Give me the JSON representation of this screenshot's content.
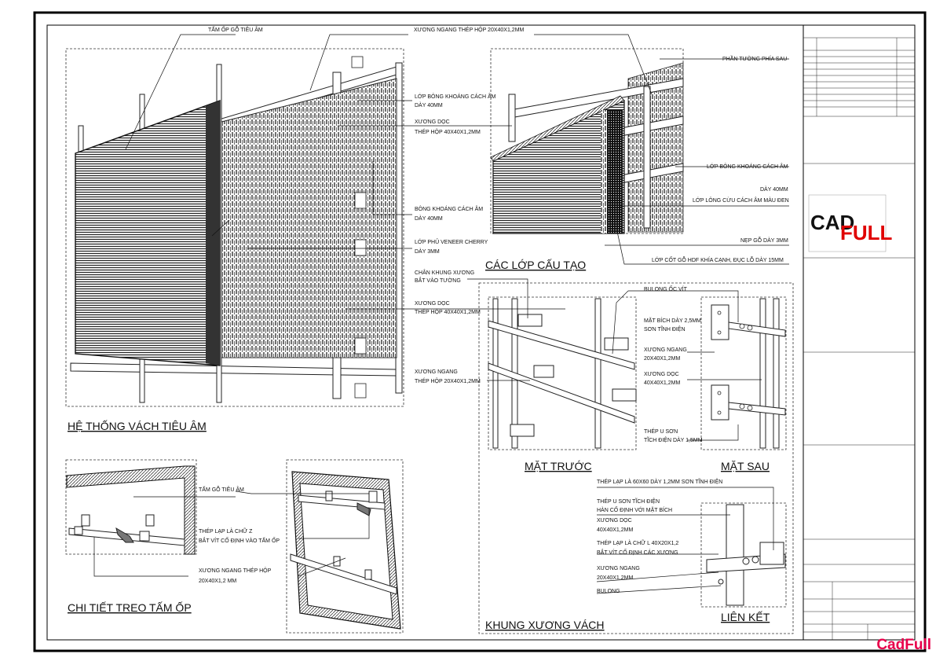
{
  "callouts": {
    "tam_op_go": "TẤM ỐP GỖ TIÊU ÂM",
    "xuong_ngang_top": "XƯƠNG NGANG THÉP HỘP 20X40X1,2MM",
    "phan_tuong": "PHẦN TƯỜNG PHÍA SAU",
    "lop_bong_1a": "LỚP BÔNG KHOÁNG CÁCH ÂM",
    "lop_bong_1b": "DÀY 40MM",
    "xuong_doc_1a": "XƯƠNG DỌC",
    "xuong_doc_1b": "THÉP HỘP 40X40X1,2MM",
    "lop_bong_2a": "LỚP BÔNG KHOÁNG CÁCH ÂM",
    "lop_bong_2b": "DÀY 40MM",
    "lop_long_cuu": "LỚP LÔNG CỪU CÁCH ÂM MÀU ĐEN",
    "bong_khoang_a": "BÔNG KHOÁNG CÁCH ÂM",
    "bong_khoang_b": "DÀY 40MM",
    "nep_go": "NẸP GỖ DÀY 3MM",
    "veneer_a": "LỚP PHỦ VENEER CHERRY",
    "veneer_b": "DÀY 3MM",
    "lop_cot": "LỚP CỐT GỖ HDF KHÍA CẠNH, ĐỤC LỖ DÀY 15MM",
    "chan_khung_a": "CHÂN KHUNG XƯƠNG",
    "chan_khung_b": "BẮT VÀO TƯỜNG",
    "xuong_doc_2a": "XƯƠNG DỌC",
    "xuong_doc_2b": "THÉP HỘP 40X40X1,2MM",
    "xuong_ngang_2a": "XƯƠNG NGANG",
    "xuong_ngang_2b": "THÉP HỘP 20X40X1,2MM",
    "bulong_oc_vit": "BULONG ỐC VÍT",
    "mat_bich_a": "MẶT BÍCH DÀY 2,5MM",
    "mat_bich_b": "SƠN TĨNH ĐIỆN",
    "xuong_ngang_3a": "XƯƠNG NGANG",
    "xuong_ngang_3b": "20X40X1,2MM",
    "xuong_doc_3a": "XƯƠNG DỌC",
    "xuong_doc_3b": "40X40X1,2MM",
    "thep_u_a": "THÉP U SƠN",
    "thep_u_b": "TĨCH ĐIỆN DÀY 1,5MM",
    "tam_go_2": "TẤM GỖ TIÊU ÂM",
    "thep_lap_z_a": "THÉP LẠP LÀ CHỮ Z",
    "thep_lap_z_b": "BẮT VÍT CỐ ĐỊNH VÀO TẤM ỐP",
    "xuong_ngang_4a": "XƯƠNG NGANG THÉP HỘP",
    "xuong_ngang_4b": "20X40X1,2 MM",
    "thep_lap_60": "THÉP LẠP LÀ 60X60 DÀY 1,2MM SƠN TĨNH ĐIỆN",
    "thep_u_2a": "THÉP U SƠN TĨCH ĐIỆN",
    "thep_u_2b": "HÀN CỐ ĐỊNH VỚI MẶT BÍCH",
    "xuong_doc_4a": "XƯƠNG DỌC",
    "xuong_doc_4b": "40X40X1,2MM",
    "thep_lap_l_a": "THÉP LẠP LÀ CHỮ L 40X20X1,2",
    "thep_lap_l_b": "BẮT VÍT CỐ ĐỊNH CÁC XƯƠNG",
    "xuong_ngang_5a": "XƯƠNG NGANG",
    "xuong_ngang_5b": "20X40X1,2MM",
    "bulong": "BULONG"
  },
  "titles": {
    "he_thong": "HỆ THỐNG VÁCH TIÊU ÂM",
    "cac_lop": "CÁC LỚP CẤU TẠO",
    "mat_truoc": "MẶT TRƯỚC",
    "mat_sau": "MẶT SAU",
    "chi_tiet": "CHI TIẾT TREO TẤM ỐP",
    "lien_ket": "LIÊN KẾT",
    "khung": "KHUNG XƯƠNG VÁCH"
  },
  "logo": {
    "cad": "CAD",
    "full": "FULL"
  },
  "watermark": "CadFull"
}
